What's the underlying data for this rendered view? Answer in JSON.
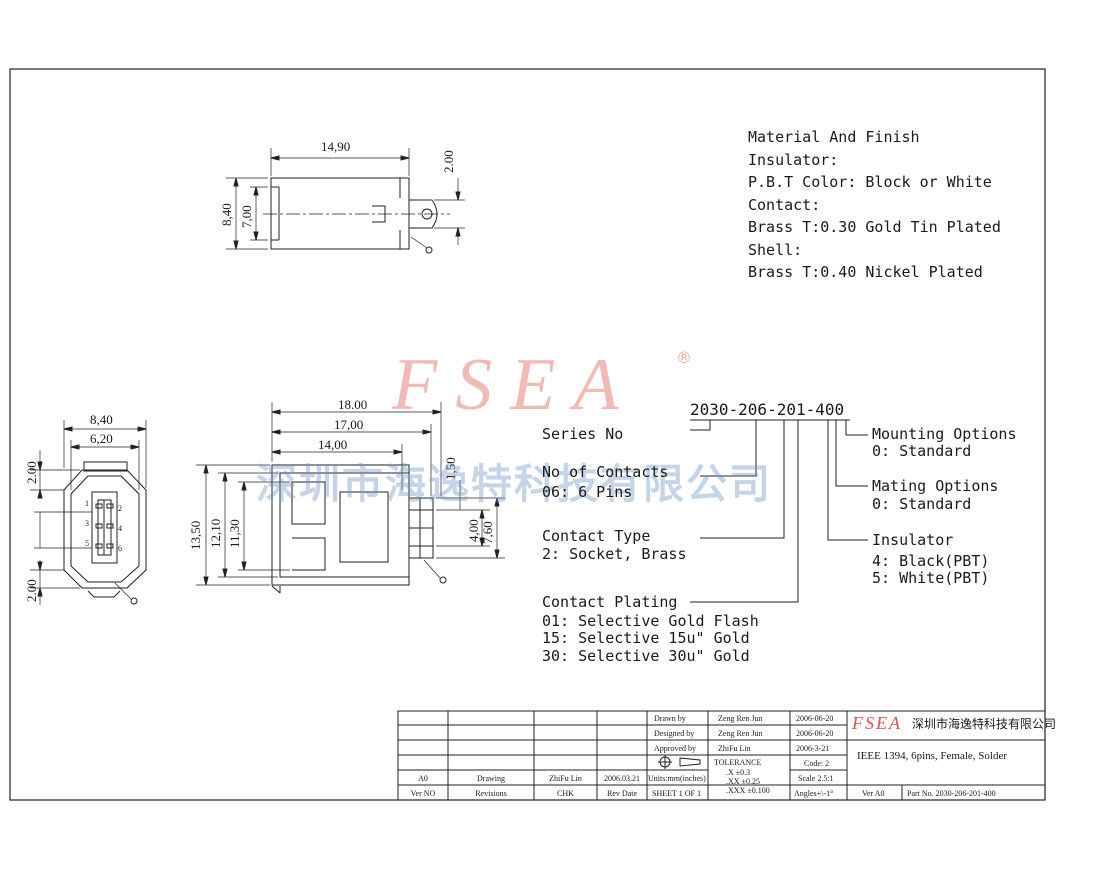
{
  "notes": {
    "lines": [
      "Material And Finish",
      "Insulator:",
      "P.B.T Color: Block or White",
      "Contact:",
      "Brass T:0.30 Gold Tin Plated",
      "Shell:",
      "Brass T:0.40 Nickel Plated"
    ]
  },
  "watermark": {
    "logo": "FSEA",
    "registered": "®",
    "company_cn": "深圳市海逸特科技有限公司"
  },
  "dimensions": {
    "top_view": {
      "width": "14,90",
      "height_outer": "8,40",
      "height_inner": "7,00",
      "tab": "2.00"
    },
    "side_view": {
      "overall": "18.00",
      "body": "17,00",
      "inner": "14,00",
      "height_outer": "13,50",
      "height_mid": "12,10",
      "height_inner": "11,30",
      "gap": "1,50",
      "pitch": "4,00",
      "span": "7,60"
    },
    "front_view": {
      "width_outer": "8,40",
      "width_inner": "6,20",
      "top": "2.00",
      "bottom": "2.00",
      "pins": [
        "1",
        "2",
        "3",
        "4",
        "5",
        "6"
      ]
    }
  },
  "part_number": {
    "code": "2030-206-201-400",
    "series_label": "Series No",
    "contacts_label": "No of Contacts",
    "contacts_value": "06: 6 Pins",
    "type_label": "Contact Type",
    "type_value": "2: Socket, Brass",
    "plating_label": "Contact Plating",
    "plating_values": [
      "01: Selective Gold Flash",
      "15: Selective 15u\" Gold",
      "30: Selective 30u\" Gold"
    ],
    "mounting_label": "Mounting Options",
    "mounting_value": "0: Standard",
    "mating_label": "Mating Options",
    "mating_value": "0: Standard",
    "insulator_label": "Insulator",
    "insulator_values": [
      "4: Black(PBT)",
      "5: White(PBT)"
    ]
  },
  "title_block": {
    "drawn_by_label": "Drawn  by",
    "drawn_by": "Zeng Ren Jun",
    "drawn_date": "2006-06-20",
    "designed_by_label": "Designed by",
    "designed_by": "Zeng Ren Jun",
    "designed_date": "2006-06-20",
    "approved_by_label": "Approved by",
    "approved_by": "ZhiFu Lin",
    "approved_date": "2006-3-21",
    "tolerance_label": "TOLERANCE",
    "tol_x": ".X      ±0.3",
    "tol_xx": ".XX    ±0.25",
    "tol_xxx": ".XXX  ±0.100",
    "code": "Code: 2",
    "scale": "Scale 2.5:1",
    "angles": "Angles+\\-1°",
    "units": "Units:mm(inches)",
    "sheet": "SHEET 1 OF 1",
    "rev_ver": "A0",
    "rev_desc": "Drawing",
    "rev_chk": "ZhiFu Lin",
    "rev_date": "2006.03.21",
    "hdr_ver": "Ver NO",
    "hdr_rev": "Revisions",
    "hdr_chk": "CHK",
    "hdr_date": "Rev Date",
    "logo": "FSEA",
    "company": "深圳市海逸特科技有限公司",
    "title": "IEEE 1394, 6pins, Female, Solder",
    "ver": "Ver A0",
    "part_no": "Part No. 2030-206-201-400"
  }
}
